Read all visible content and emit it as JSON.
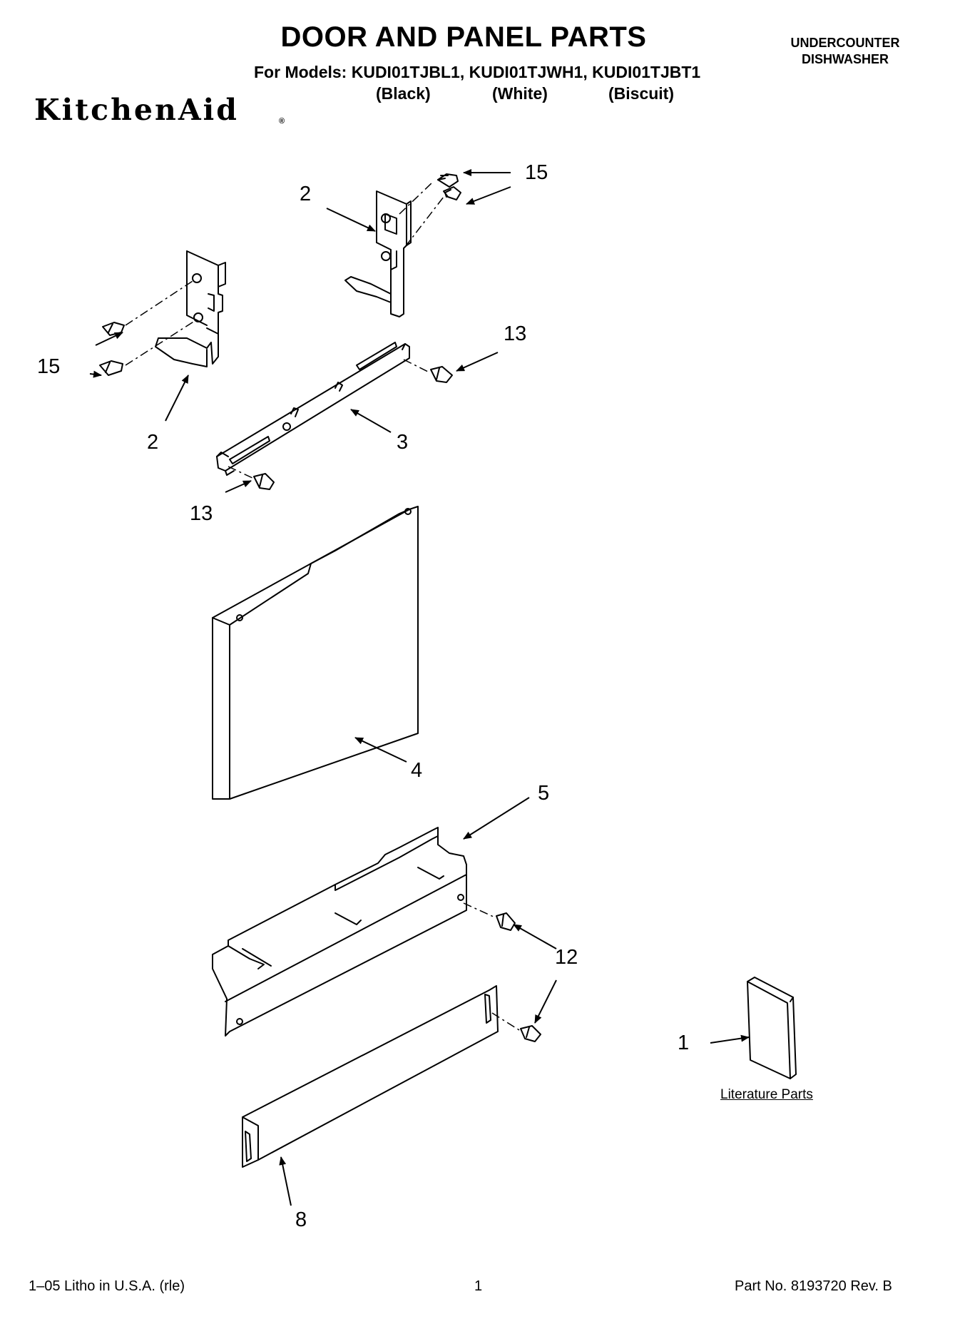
{
  "header": {
    "title": "DOOR AND PANEL PARTS",
    "models_line": "For Models: KUDI01TJBL1, KUDI01TJWH1, KUDI01TJBT1",
    "variants": [
      "(Black)",
      "(White)",
      "(Biscuit)"
    ],
    "category_line1": "UNDERCOUNTER",
    "category_line2": "DISHWASHER",
    "brand": "KitchenAid",
    "brand_mark": "®"
  },
  "callouts": {
    "c15_top": "15",
    "c2_top": "2",
    "c15_left": "15",
    "c2_left": "2",
    "c13_right": "13",
    "c3": "3",
    "c13_left": "13",
    "c4": "4",
    "c5": "5",
    "c12": "12",
    "c1": "1",
    "c8": "8"
  },
  "literature": {
    "label": "Literature Parts"
  },
  "footer": {
    "left": "1–05 Litho in U.S.A. (rle)",
    "page": "1",
    "part_no": "Part No. 8193720 Rev. B"
  }
}
